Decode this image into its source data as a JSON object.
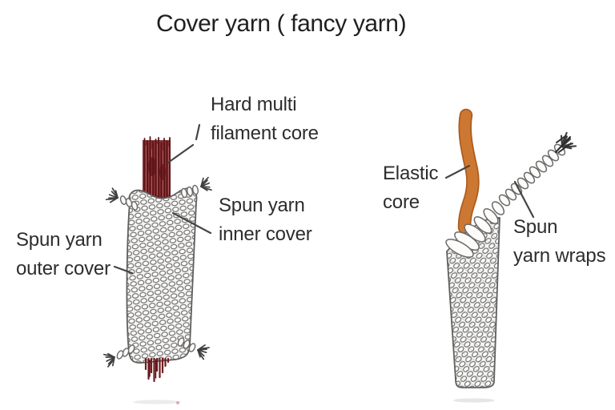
{
  "title": "Cover yarn ( fancy yarn)",
  "figures": {
    "left": {
      "labels": {
        "hard_core": "Hard multi\nfilament core",
        "inner_cover": "Spun yarn\ninner cover",
        "outer_cover": "Spun yarn\nouter cover"
      }
    },
    "right": {
      "labels": {
        "elastic_core": "Elastic\ncore",
        "yarn_wraps": "Spun\nyarn wraps"
      }
    }
  },
  "colors": {
    "multifilament_core": "#7e2327",
    "elastic_core": "#c9732e",
    "yarn_outline": "#666666",
    "leader_line": "#454545",
    "text": "#2d2d2d",
    "background": "#ffffff"
  }
}
